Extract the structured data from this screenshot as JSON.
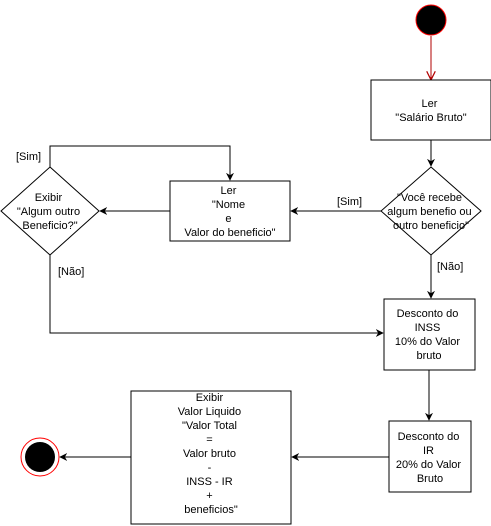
{
  "nodes": {
    "read_salary": [
      "Ler",
      "\"Salário Bruto\""
    ],
    "decision_benefit": [
      "\"Você recebe",
      "algum benefio ou",
      "outro beneficio\""
    ],
    "read_benefit": [
      "Ler",
      "\"Nome",
      "e",
      "Valor do beneficio\""
    ],
    "decision_other": [
      "Exibir",
      "\"Algum outro",
      "Beneficio?\""
    ],
    "inss": [
      "Desconto do",
      "INSS",
      "10% do Valor",
      "bruto"
    ],
    "ir": [
      "Desconto do",
      "IR",
      "20% do Valor",
      "Bruto"
    ],
    "show_net": [
      "Exibir",
      "Valor Liquido",
      "\"Valor Total",
      "=",
      "Valor bruto",
      "-",
      "INSS - IR",
      "+",
      "beneficios\""
    ]
  },
  "edges": {
    "sim_benefit": "[Sim]",
    "nao_benefit": "[Não]",
    "sim_other": "[Sim]",
    "nao_other": "[Não]"
  },
  "colors": {
    "start_fill": "#000000",
    "start_stroke": "#ff0000",
    "start_arrow": "#b20000",
    "end_fill": "#000000",
    "end_stroke": "#ff0000",
    "line": "#000000"
  }
}
